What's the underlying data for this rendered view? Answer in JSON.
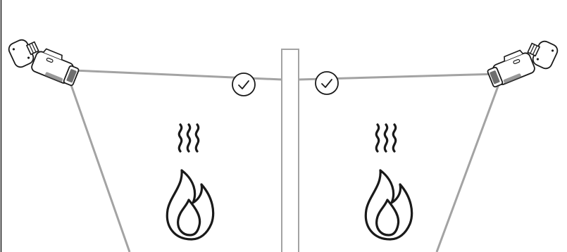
{
  "diagram": {
    "colors": {
      "line": "#a3a3a3",
      "outline": "#1a1a1a",
      "camera_lens": "#6e6e6e",
      "background": "#ffffff"
    },
    "cameras": [
      {
        "id": "left",
        "icon": "bullet-camera-icon",
        "facing": "right"
      },
      {
        "id": "right",
        "icon": "bullet-camera-icon",
        "facing": "left"
      }
    ],
    "checks": [
      {
        "id": "left",
        "icon": "check-circle-icon",
        "status": "ok"
      },
      {
        "id": "right",
        "icon": "check-circle-icon",
        "status": "ok"
      }
    ],
    "zones": [
      {
        "id": "left",
        "icons": [
          "heat-waves-icon",
          "flame-icon"
        ]
      },
      {
        "id": "right",
        "icons": [
          "heat-waves-icon",
          "flame-icon"
        ]
      }
    ],
    "divider": {
      "icon": "post-divider"
    }
  }
}
